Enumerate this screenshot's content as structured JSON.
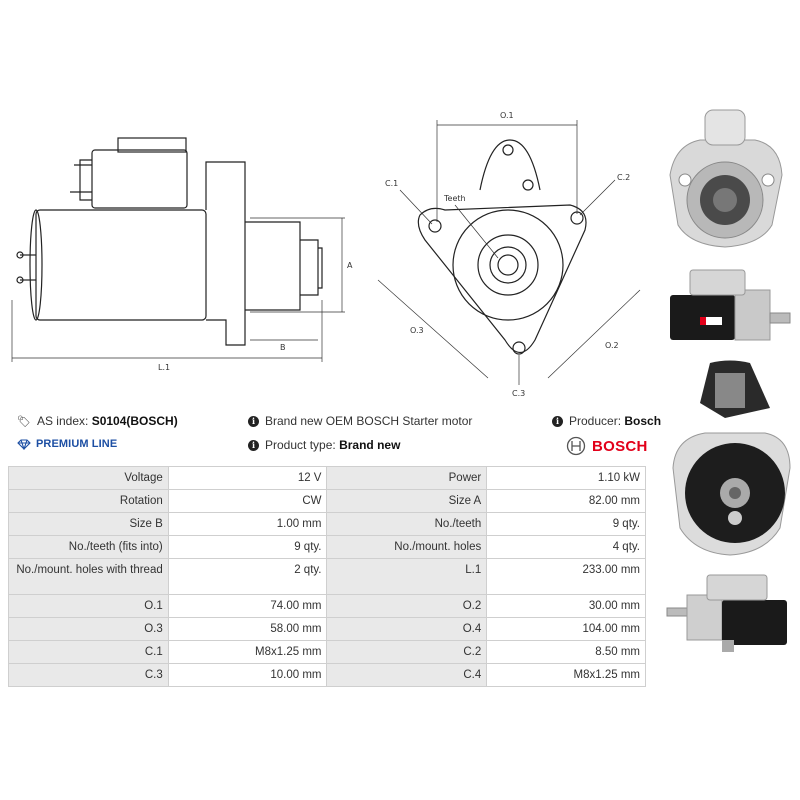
{
  "header": {
    "as_index_label": "AS index:",
    "as_index_value": "S0104(BOSCH)",
    "description": "Brand new OEM BOSCH Starter motor",
    "producer_label": "Producer:",
    "producer_value": "Bosch",
    "premium_line": "PREMIUM LINE",
    "product_type_label": "Product type:",
    "product_type_value": "Brand new",
    "brand_logo": "BOSCH"
  },
  "drawing": {
    "labels": {
      "A": "A",
      "B": "B",
      "L1": "L.1",
      "O1": "O.1",
      "O2": "O.2",
      "O3": "O.3",
      "C1": "C.1",
      "C2": "C.2",
      "C3": "C.3",
      "teeth": "Teeth"
    }
  },
  "photos": {
    "photo1": "starter-front-view",
    "photo2": "starter-side-view-label",
    "photo3": "starter-rear-view",
    "photo4": "starter-side-view"
  },
  "specs": [
    [
      "Voltage",
      "12 V",
      "Power",
      "1.10 kW"
    ],
    [
      "Rotation",
      "CW",
      "Size A",
      "82.00 mm"
    ],
    [
      "Size B",
      "1.00 mm",
      "No./teeth",
      "9 qty."
    ],
    [
      "No./teeth (fits into)",
      "9 qty.",
      "No./mount. holes",
      "4 qty."
    ],
    [
      "No./mount. holes with thread",
      "2 qty.",
      "L.1",
      "233.00 mm"
    ],
    [
      "O.1",
      "74.00 mm",
      "O.2",
      "30.00 mm"
    ],
    [
      "O.3",
      "58.00 mm",
      "O.4",
      "104.00 mm"
    ],
    [
      "C.1",
      "M8x1.25 mm",
      "C.2",
      "8.50 mm"
    ],
    [
      "C.3",
      "10.00 mm",
      "C.4",
      "M8x1.25 mm"
    ]
  ]
}
